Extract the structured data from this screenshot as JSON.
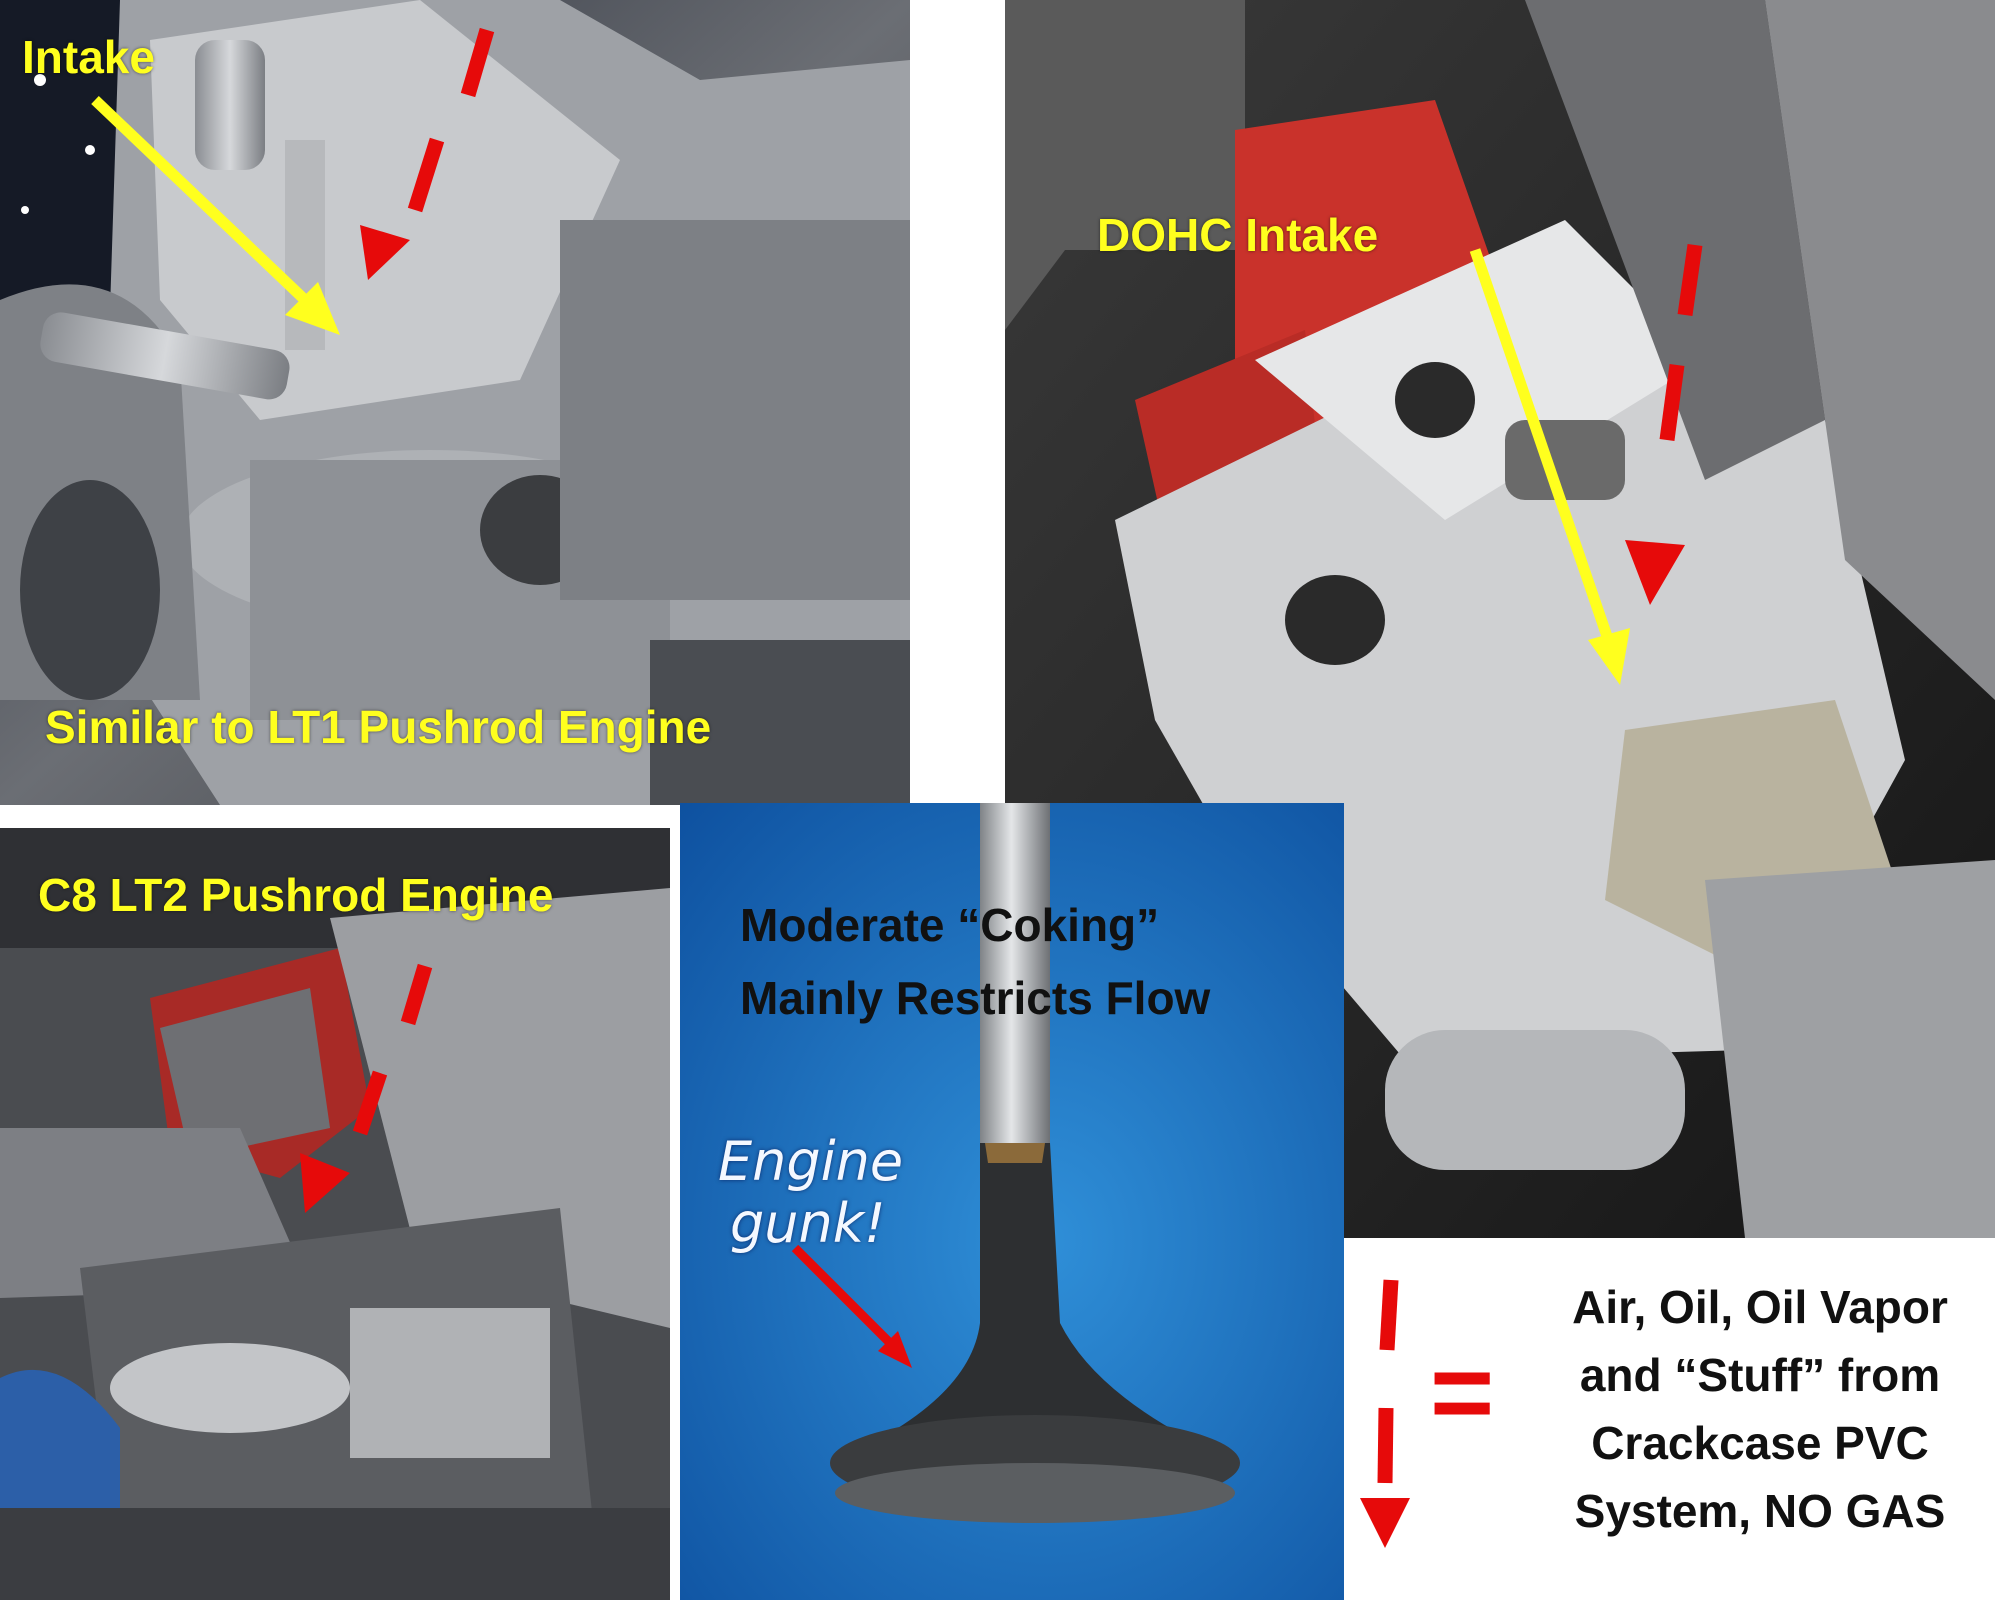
{
  "panels": {
    "top_left": {
      "label_intake": "Intake",
      "caption": "Similar to LT1 Pushrod Engine"
    },
    "top_right": {
      "label_intake": "DOHC Intake"
    },
    "bottom_left": {
      "caption": "C8 LT2  Pushrod Engine"
    },
    "bottom_center": {
      "caption_line1": "Moderate “Coking”",
      "caption_line2": "Mainly Restricts Flow",
      "gunk_line1": "Engine",
      "gunk_line2": "gunk!"
    }
  },
  "legend": {
    "equals": "=",
    "lines": [
      "Air, Oil, Oil Vapor",
      "and “Stuff” from",
      "Crackcase PVC",
      "System, NO GAS"
    ]
  },
  "colors": {
    "arrow_red": "#e60a0a",
    "arrow_yellow": "#ffff1e",
    "label_yellow": "#ffff1e"
  }
}
